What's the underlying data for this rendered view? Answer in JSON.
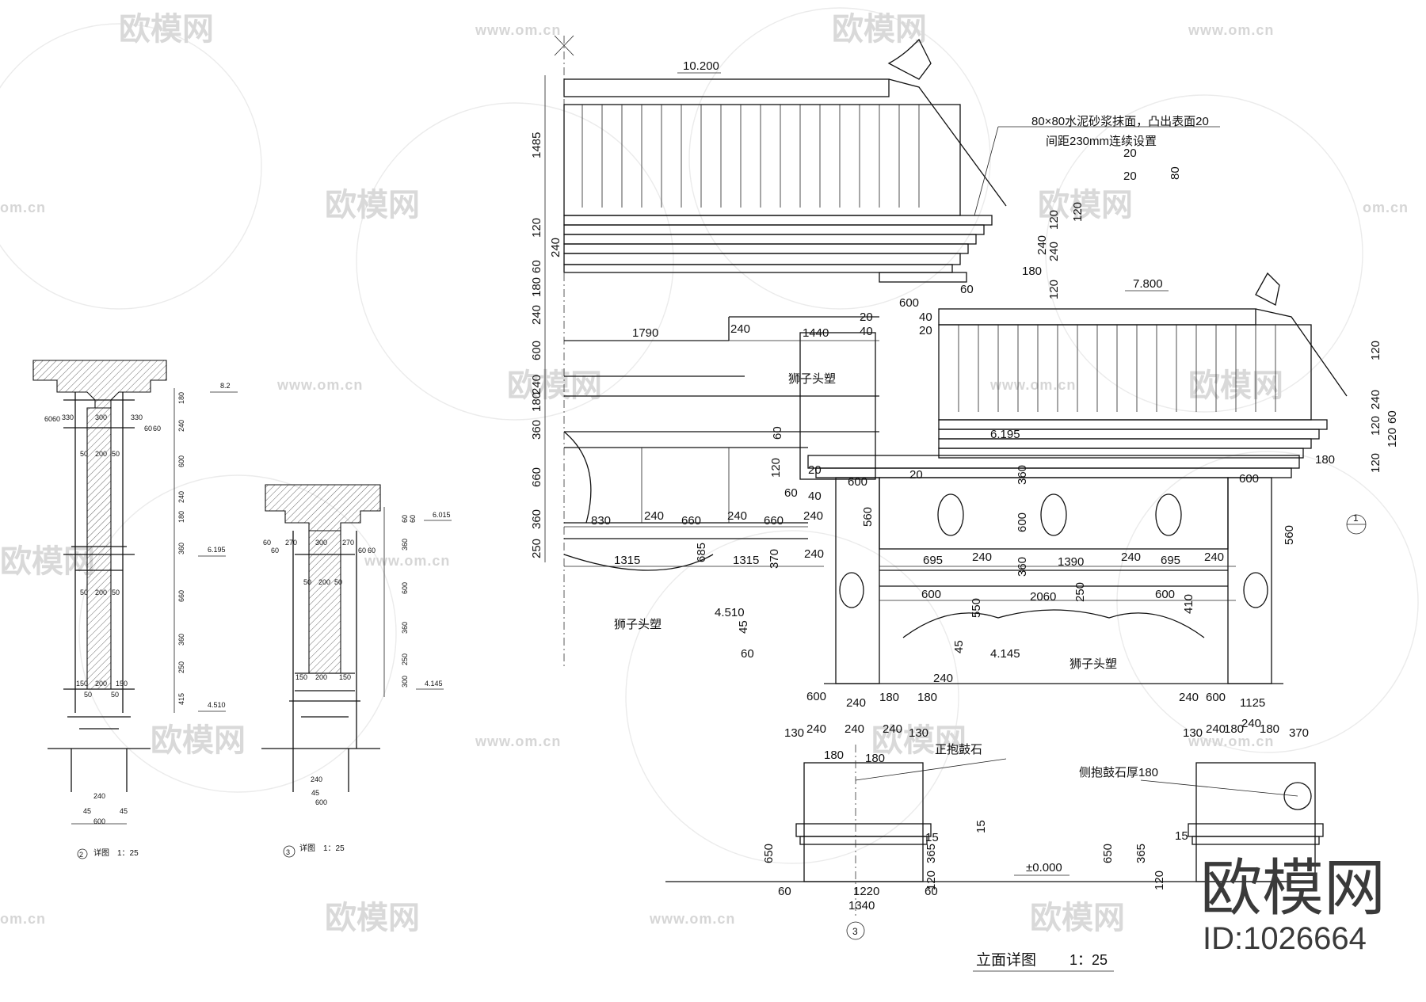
{
  "elevation": {
    "title": "立面详图",
    "scale": "1：25",
    "levels": {
      "top": "10.200",
      "second_roof": "7.800",
      "eave": "6.195",
      "arch_left": "4.510",
      "arch_mid": "4.145",
      "ground": "±0.000"
    },
    "notes": {
      "line1": "80×80水泥砂浆抹面，凸出表面20",
      "line2": "间距230mm连续设置",
      "lion1": "狮子头塑",
      "lion2": "狮子头塑",
      "lion3": "狮子头塑",
      "drum_front": "正抱鼓石",
      "drum_side": "侧抱鼓石厚180"
    },
    "section_marker": "1",
    "detail_marker": "3",
    "left_dims": [
      "1485",
      "120",
      "240",
      "60",
      "180",
      "240",
      "600",
      "240",
      "180",
      "360",
      "660",
      "360",
      "250"
    ],
    "horizontal_dims": [
      "1790",
      "240",
      "1440",
      "830",
      "240",
      "660",
      "240",
      "660",
      "240",
      "1315",
      "685",
      "1315",
      "370",
      "240",
      "695",
      "240",
      "1390",
      "240",
      "695",
      "240",
      "600",
      "2060",
      "600",
      "550",
      "410",
      "360",
      "600",
      "360",
      "250",
      "600",
      "600",
      "560",
      "560"
    ],
    "base_dims": [
      "130",
      "240",
      "240",
      "240",
      "130",
      "180",
      "180",
      "1220",
      "1340",
      "60",
      "60",
      "650",
      "365",
      "120",
      "15",
      "15",
      "130",
      "240",
      "180",
      "240",
      "180",
      "370",
      "650",
      "365",
      "120",
      "15"
    ],
    "small_dims": [
      "120",
      "240",
      "180",
      "120",
      "240",
      "120",
      "20",
      "80",
      "20",
      "600",
      "60",
      "40",
      "20",
      "40",
      "20",
      "60",
      "120",
      "20",
      "40",
      "20",
      "60",
      "45",
      "60",
      "45",
      "240",
      "600",
      "240",
      "180",
      "180",
      "240",
      "600",
      "1125",
      "120",
      "240",
      "120",
      "60",
      "120",
      "180",
      "120",
      "4.510",
      "6.195"
    ]
  },
  "detail2": {
    "marker": "2",
    "label": "详图",
    "scale": "1：25",
    "dims_top": [
      "330",
      "300",
      "330",
      "60",
      "60",
      "60",
      "60"
    ],
    "dims_mid": [
      "50",
      "200",
      "50",
      "50",
      "200",
      "50",
      "150",
      "200",
      "150",
      "50",
      "50"
    ],
    "dims_bottom": [
      "240",
      "45",
      "45",
      "600"
    ],
    "dims_right": [
      "180",
      "240",
      "600",
      "240",
      "180",
      "360",
      "660",
      "360",
      "250",
      "415"
    ],
    "levels": [
      "8.2",
      "6.195",
      "4.510"
    ]
  },
  "detail3": {
    "marker": "3",
    "label": "详图",
    "scale": "1：25",
    "dims_top": [
      "60",
      "60",
      "270",
      "300",
      "270",
      "60",
      "60"
    ],
    "dims_mid": [
      "50",
      "200",
      "50",
      "150",
      "200",
      "150"
    ],
    "dims_bottom": [
      "240",
      "45",
      "600"
    ],
    "dims_right": [
      "60",
      "60",
      "360",
      "600",
      "360",
      "250",
      "300"
    ],
    "levels": [
      "6.015",
      "4.145"
    ]
  },
  "watermark": {
    "brand": "欧模网",
    "url": "www.om.cn",
    "short": "om.cn",
    "id": "ID:1026664"
  }
}
